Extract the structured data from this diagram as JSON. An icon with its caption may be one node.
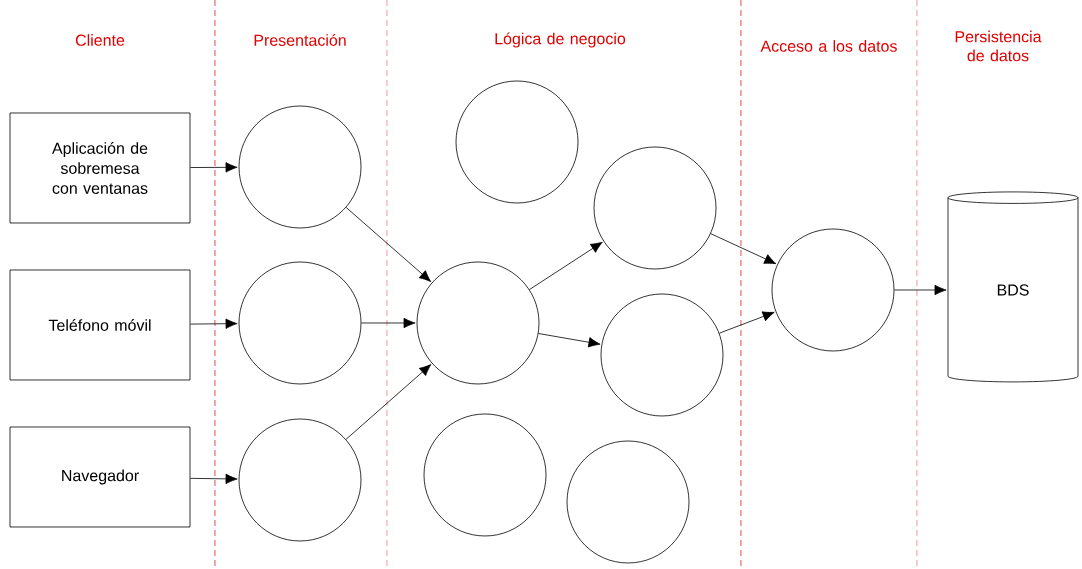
{
  "diagram": {
    "nodes": [
      {
        "text": [
          "Aplicación de sobremesa con ventanas"
        ]
      },
      {
        "text": [
          "Teléfono móvil"
        ]
      },
      {
        "text": [
          "Navegador"
        ]
      },
      {
        "text": [],
        "shape": "circle"
      },
      {
        "text": [],
        "shape": "circle"
      },
      {
        "text": [],
        "shape": "circle"
      },
      {
        "text": [],
        "shape": "circle"
      },
      {
        "text": [],
        "shape": "circle"
      },
      {
        "text": [],
        "shape": "circle"
      },
      {
        "text": [],
        "shape": "circle"
      },
      {
        "text": [],
        "shape": "circle"
      },
      {
        "text": [],
        "shape": "circle"
      },
      {
        "text": [],
        "shape": "circle"
      },
      {
        "text": [
          "BDS"
        ]
      }
    ],
    "edges": [
      {
        "from": 0,
        "to": 3,
        "arrow": "to"
      },
      {
        "from": 1,
        "to": 4,
        "arrow": "to"
      },
      {
        "from": 2,
        "to": 5,
        "arrow": "to"
      },
      {
        "from": 3,
        "to": 6,
        "arrow": "to"
      },
      {
        "from": 4,
        "to": 6,
        "arrow": "to"
      },
      {
        "from": 5,
        "to": 6,
        "arrow": "to"
      },
      {
        "from": 6,
        "to": 8,
        "arrow": "to"
      },
      {
        "from": 6,
        "to": 9,
        "arrow": "to"
      },
      {
        "from": 8,
        "to": 12,
        "arrow": "to"
      },
      {
        "from": 9,
        "to": 12,
        "arrow": "to"
      },
      {
        "from": 12,
        "to": 13,
        "arrow": "to"
      }
    ],
    "labels": [
      "Cliente",
      "Presentación",
      "Lógica de negocio",
      "Acceso a los datos",
      "Persistencia de datos"
    ]
  }
}
